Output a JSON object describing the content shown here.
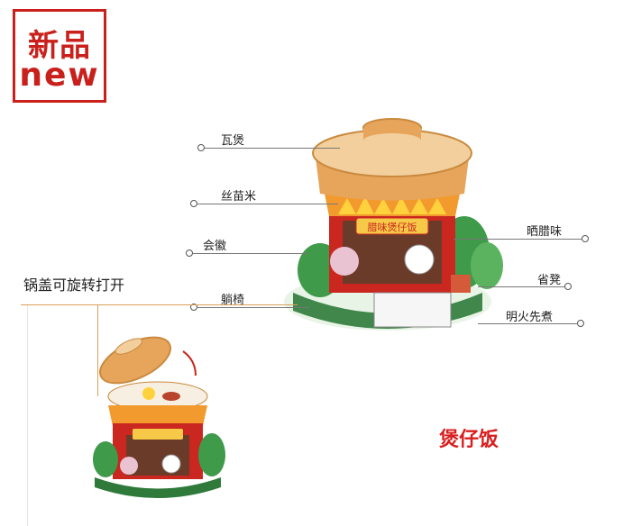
{
  "badge": {
    "line1": "新品",
    "line2": "new"
  },
  "callouts_left": [
    {
      "label": "瓦煲"
    },
    {
      "label": "丝苗米"
    },
    {
      "label": "会徽"
    },
    {
      "label": "躺椅"
    }
  ],
  "callouts_right": [
    {
      "label": "晒腊味"
    },
    {
      "label": "省凳"
    },
    {
      "label": "明火先煮"
    }
  ],
  "lid_note": "锅盖可旋转打开",
  "dish_name": "煲仔饭",
  "shop_sign": "腊味煲仔饭",
  "colors": {
    "accent_red": "#d81e1e",
    "pot_orange": "#e7a55c",
    "pot_light": "#f2cf9d",
    "base_green": "#2f7a3a"
  }
}
